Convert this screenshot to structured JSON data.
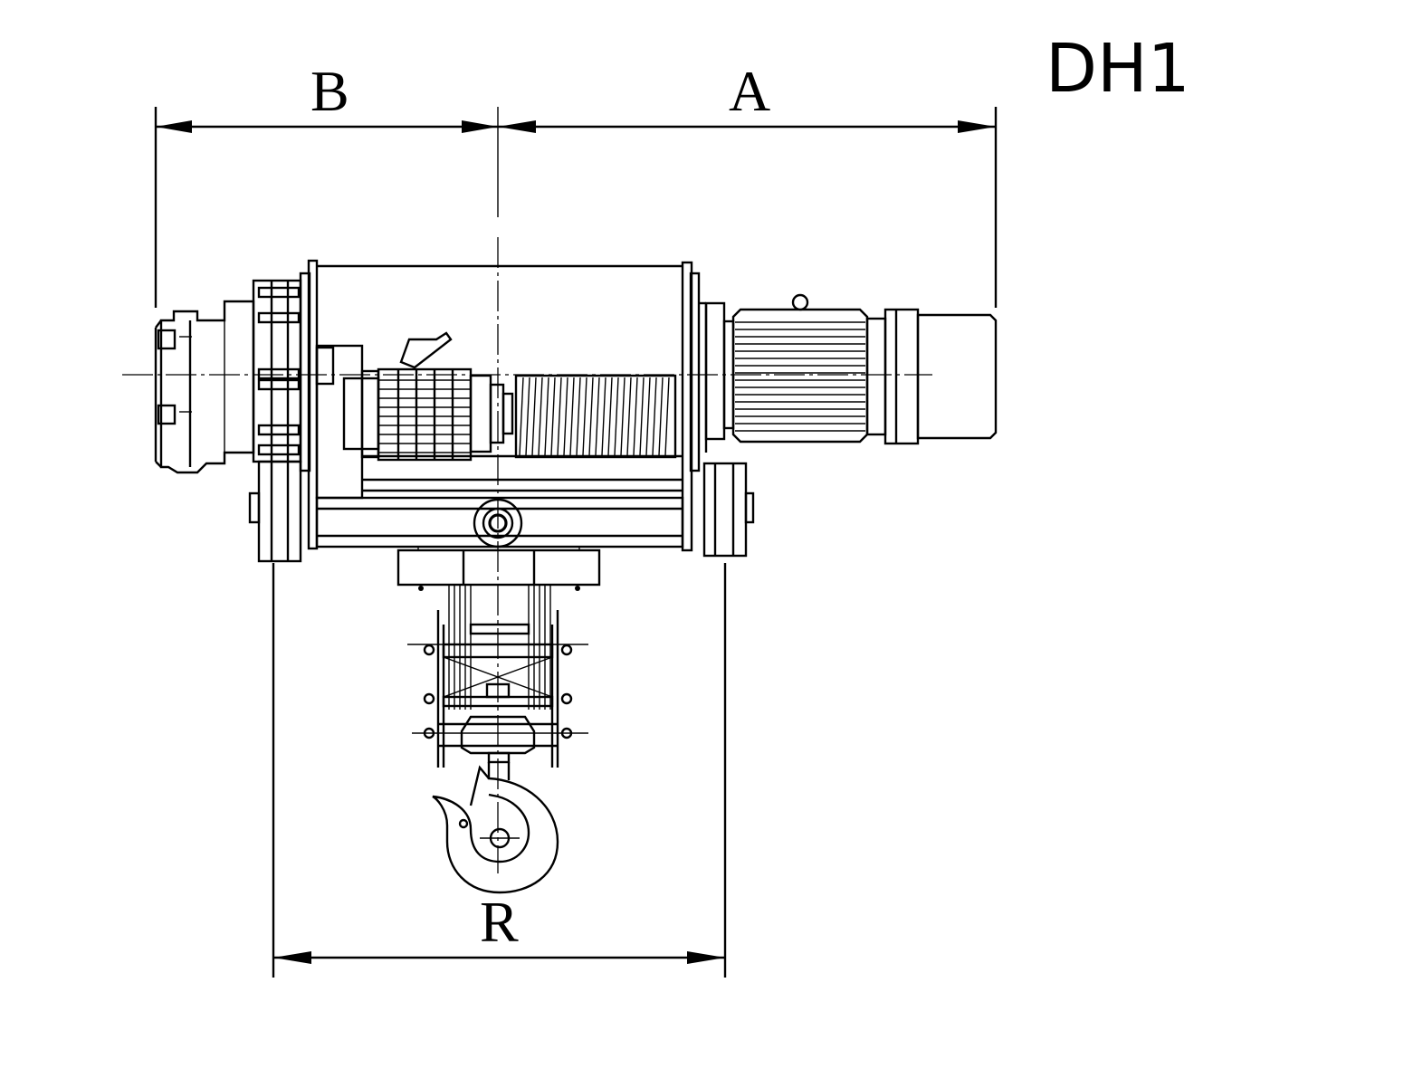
{
  "title": "DH1",
  "dimensions": [
    {
      "id": "A",
      "label": "A"
    },
    {
      "id": "B",
      "label": "B"
    },
    {
      "id": "R",
      "label": "R"
    }
  ],
  "colors": {
    "line": "#000000",
    "background": "#ffffff"
  }
}
